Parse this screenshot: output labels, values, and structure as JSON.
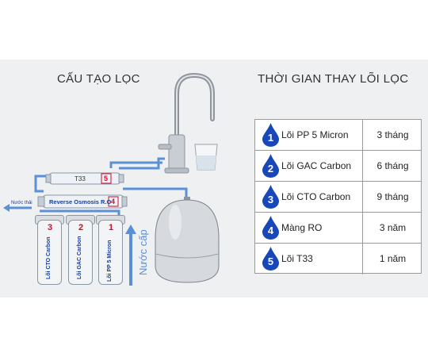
{
  "headings": {
    "left": "CẤU TẠO LỌC",
    "right": "THỜI GIAN THAY LÕI LỌC"
  },
  "diagram": {
    "membrane_label": "Reverse Osmosis R.O",
    "membrane_number": "4",
    "t33_label": "T33",
    "t33_number": "5",
    "drain_label": "Nước thải",
    "feed_label": "Nước cấp",
    "cartridges": [
      {
        "number": "3",
        "label": "Lõi CTO Carbon"
      },
      {
        "number": "2",
        "label": "Lõi GAC Carbon"
      },
      {
        "number": "1",
        "label": "Lõi PP 5 Micron"
      }
    ]
  },
  "table": {
    "rows": [
      {
        "number": "1",
        "name": "Lõi PP 5 Micron",
        "time": "3 tháng"
      },
      {
        "number": "2",
        "name": "Lõi GAC Carbon",
        "time": "6 tháng"
      },
      {
        "number": "3",
        "name": "Lõi CTO Carbon",
        "time": "9 tháng"
      },
      {
        "number": "4",
        "name": "Màng RO",
        "time": "3 năm"
      },
      {
        "number": "5",
        "name": "Lõi T33",
        "time": "1 năm"
      }
    ]
  },
  "colors": {
    "drop_blue": "#1747b8",
    "pipe_blue": "#5b8fd6",
    "accent_red": "#c8102e",
    "label_blue": "#1a3f9c"
  }
}
